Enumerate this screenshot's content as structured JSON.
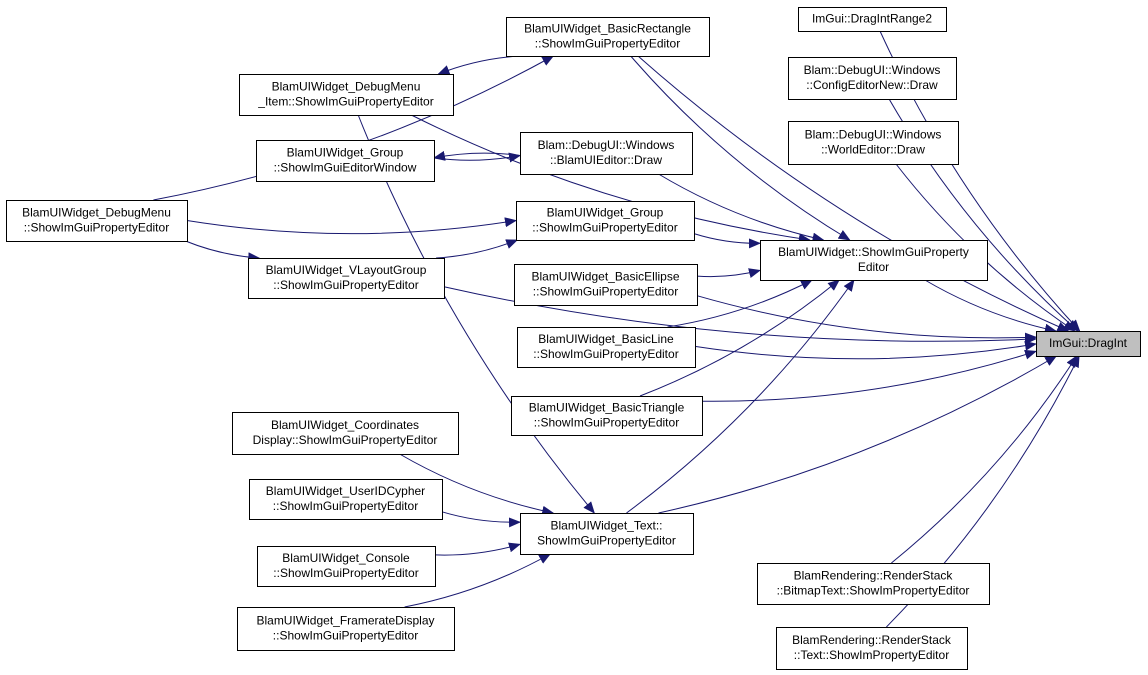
{
  "diagram": {
    "colors": {
      "edge": "#191970",
      "node_border": "#000000",
      "highlight_fill": "#bfbfbf",
      "background": "#ffffff"
    },
    "nodes": [
      {
        "id": "basic_rectangle",
        "lines": [
          "BlamUIWidget_BasicRectangle",
          "::ShowImGuiPropertyEditor"
        ]
      },
      {
        "id": "debugmenu_item",
        "lines": [
          "BlamUIWidget_DebugMenu",
          "_Item::ShowImGuiPropertyEditor"
        ]
      },
      {
        "id": "group_window",
        "lines": [
          "BlamUIWidget_Group",
          "::ShowImGuiEditorWindow"
        ]
      },
      {
        "id": "uieditor_draw",
        "lines": [
          "Blam::DebugUI::Windows",
          "::BlamUIEditor::Draw"
        ]
      },
      {
        "id": "debugmenu",
        "lines": [
          "BlamUIWidget_DebugMenu",
          "::ShowImGuiPropertyEditor"
        ]
      },
      {
        "id": "group",
        "lines": [
          "BlamUIWidget_Group",
          "::ShowImGuiPropertyEditor"
        ]
      },
      {
        "id": "vlayout",
        "lines": [
          "BlamUIWidget_VLayoutGroup",
          "::ShowImGuiPropertyEditor"
        ]
      },
      {
        "id": "basic_ellipse",
        "lines": [
          "BlamUIWidget_BasicEllipse",
          "::ShowImGuiPropertyEditor"
        ]
      },
      {
        "id": "basic_line",
        "lines": [
          "BlamUIWidget_BasicLine",
          "::ShowImGuiPropertyEditor"
        ]
      },
      {
        "id": "basic_triangle",
        "lines": [
          "BlamUIWidget_BasicTriangle",
          "::ShowImGuiPropertyEditor"
        ]
      },
      {
        "id": "coords",
        "lines": [
          "BlamUIWidget_Coordinates",
          "Display::ShowImGuiPropertyEditor"
        ]
      },
      {
        "id": "userid",
        "lines": [
          "BlamUIWidget_UserIDCypher",
          "::ShowImGuiPropertyEditor"
        ]
      },
      {
        "id": "text",
        "lines": [
          "BlamUIWidget_Text::",
          "ShowImGuiPropertyEditor"
        ]
      },
      {
        "id": "console",
        "lines": [
          "BlamUIWidget_Console",
          "::ShowImGuiPropertyEditor"
        ]
      },
      {
        "id": "framerate",
        "lines": [
          "BlamUIWidget_FramerateDisplay",
          "::ShowImGuiPropertyEditor"
        ]
      },
      {
        "id": "widget",
        "lines": [
          "BlamUIWidget::ShowImGuiProperty",
          "Editor"
        ]
      },
      {
        "id": "dragintrange2",
        "lines": [
          "ImGui::DragIntRange2"
        ]
      },
      {
        "id": "config_editor",
        "lines": [
          "Blam::DebugUI::Windows",
          "::ConfigEditorNew::Draw"
        ]
      },
      {
        "id": "world_editor",
        "lines": [
          "Blam::DebugUI::Windows",
          "::WorldEditor::Draw"
        ]
      },
      {
        "id": "bitmap_text",
        "lines": [
          "BlamRendering::RenderStack",
          "::BitmapText::ShowImPropertyEditor"
        ]
      },
      {
        "id": "rs_text",
        "lines": [
          "BlamRendering::RenderStack",
          "::Text::ShowImPropertyEditor"
        ]
      },
      {
        "id": "dragint",
        "lines": [
          "ImGui::DragInt"
        ],
        "highlight": true
      }
    ],
    "edges": [
      {
        "from": "debugmenu",
        "to": "basic_rectangle"
      },
      {
        "from": "basic_rectangle",
        "to": "debugmenu_item"
      },
      {
        "from": "basic_rectangle",
        "to": "widget"
      },
      {
        "from": "basic_rectangle",
        "to": "dragint"
      },
      {
        "from": "debugmenu_item",
        "to": "widget"
      },
      {
        "from": "debugmenu_item",
        "to": "text"
      },
      {
        "from": "uieditor_draw",
        "to": "group_window"
      },
      {
        "from": "group_window",
        "to": "uieditor_draw"
      },
      {
        "from": "uieditor_draw",
        "to": "widget"
      },
      {
        "from": "debugmenu",
        "to": "group"
      },
      {
        "from": "debugmenu",
        "to": "vlayout"
      },
      {
        "from": "vlayout",
        "to": "group"
      },
      {
        "from": "vlayout",
        "to": "dragint"
      },
      {
        "from": "group",
        "to": "widget"
      },
      {
        "from": "basic_ellipse",
        "to": "widget"
      },
      {
        "from": "basic_ellipse",
        "to": "dragint"
      },
      {
        "from": "basic_line",
        "to": "widget"
      },
      {
        "from": "basic_line",
        "to": "dragint"
      },
      {
        "from": "basic_triangle",
        "to": "widget"
      },
      {
        "from": "basic_triangle",
        "to": "dragint"
      },
      {
        "from": "text",
        "to": "widget"
      },
      {
        "from": "text",
        "to": "dragint"
      },
      {
        "from": "coords",
        "to": "text"
      },
      {
        "from": "userid",
        "to": "text"
      },
      {
        "from": "console",
        "to": "text"
      },
      {
        "from": "framerate",
        "to": "text"
      },
      {
        "from": "widget",
        "to": "dragint"
      },
      {
        "from": "dragintrange2",
        "to": "dragint"
      },
      {
        "from": "config_editor",
        "to": "dragint"
      },
      {
        "from": "world_editor",
        "to": "dragint"
      },
      {
        "from": "bitmap_text",
        "to": "dragint"
      },
      {
        "from": "rs_text",
        "to": "dragint"
      }
    ]
  }
}
